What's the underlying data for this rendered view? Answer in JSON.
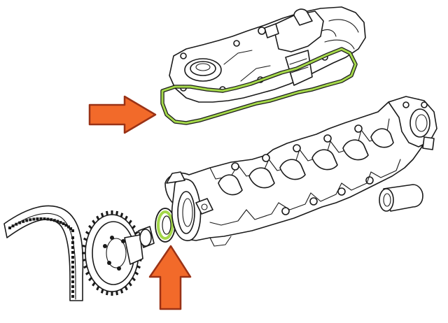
{
  "diagram": {
    "parts": [
      {
        "name": "valve-cover",
        "highlighted": false
      },
      {
        "name": "valve-cover-gasket",
        "highlighted": true
      },
      {
        "name": "cylinder-head",
        "highlighted": false
      },
      {
        "name": "camshaft-seal",
        "highlighted": true
      },
      {
        "name": "cam-gear",
        "highlighted": false
      },
      {
        "name": "timing-belt",
        "highlighted": false
      },
      {
        "name": "plug",
        "highlighted": false
      }
    ],
    "callouts": [
      {
        "name": "arrow-right",
        "points_to": "valve-cover-gasket"
      },
      {
        "name": "arrow-up",
        "points_to": "camshaft-seal"
      }
    ]
  },
  "colors": {
    "line": "#1a1a1a",
    "background": "#ffffff",
    "highlight_gasket": "#a4d84a",
    "arrow_fill": "#f26a2a",
    "arrow_stroke": "#9a3216"
  }
}
